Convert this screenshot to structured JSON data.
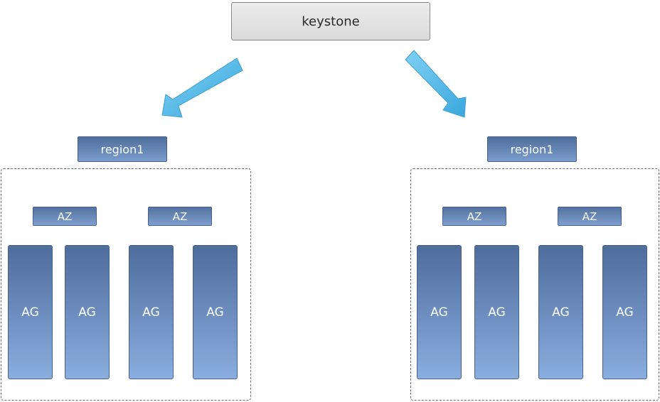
{
  "keystone": {
    "label": "keystone"
  },
  "regions": [
    {
      "label": "region1",
      "azs": [
        {
          "label": "AZ"
        },
        {
          "label": "AZ"
        }
      ],
      "ags": [
        {
          "label": "AG"
        },
        {
          "label": "AG"
        },
        {
          "label": "AG"
        },
        {
          "label": "AG"
        }
      ]
    },
    {
      "label": "region1",
      "azs": [
        {
          "label": "AZ"
        },
        {
          "label": "AZ"
        }
      ],
      "ags": [
        {
          "label": "AG"
        },
        {
          "label": "AG"
        },
        {
          "label": "AG"
        },
        {
          "label": "AG"
        }
      ]
    }
  ],
  "colors": {
    "arrow": "#5bbce8",
    "arrow_stroke": "#3f9fd0",
    "node_fill": "#6a8abc",
    "keystone_fill": "#e2e2e2"
  }
}
